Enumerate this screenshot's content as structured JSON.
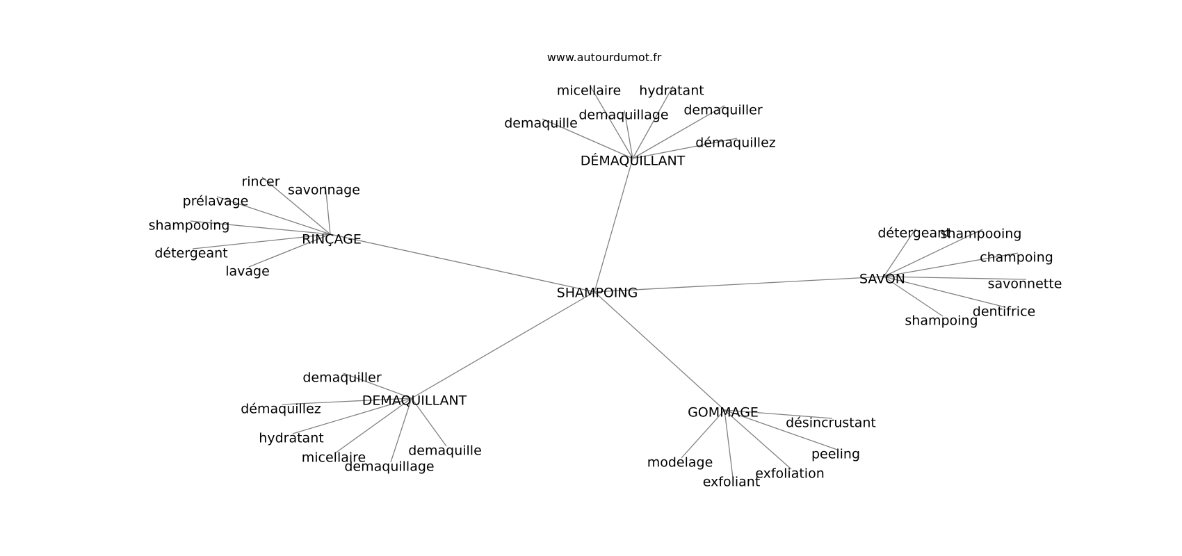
{
  "watermark": "www.autourdumot.fr",
  "root": "SHAMPOING",
  "groups": [
    {
      "label": "DÉMAQUILLANT",
      "children": [
        "micellaire",
        "hydratant",
        "demaquillage",
        "demaquiller",
        "demaquille",
        "démaquillez"
      ]
    },
    {
      "label": "RINÇAGE",
      "children": [
        "rincer",
        "savonnage",
        "prélavage",
        "shampooing",
        "détergeant",
        "lavage"
      ]
    },
    {
      "label": "SAVON",
      "children": [
        "détergeant",
        "shampooing",
        "champoing",
        "savonnette",
        "dentifrice",
        "shampoing"
      ]
    },
    {
      "label": "DEMAQUILLANT",
      "children": [
        "demaquiller",
        "démaquillez",
        "hydratant",
        "micellaire",
        "demaquillage",
        "demaquille"
      ]
    },
    {
      "label": "GOMMAGE",
      "children": [
        "désincrustant",
        "peeling",
        "modelage",
        "exfoliant",
        "exfoliation"
      ]
    }
  ]
}
